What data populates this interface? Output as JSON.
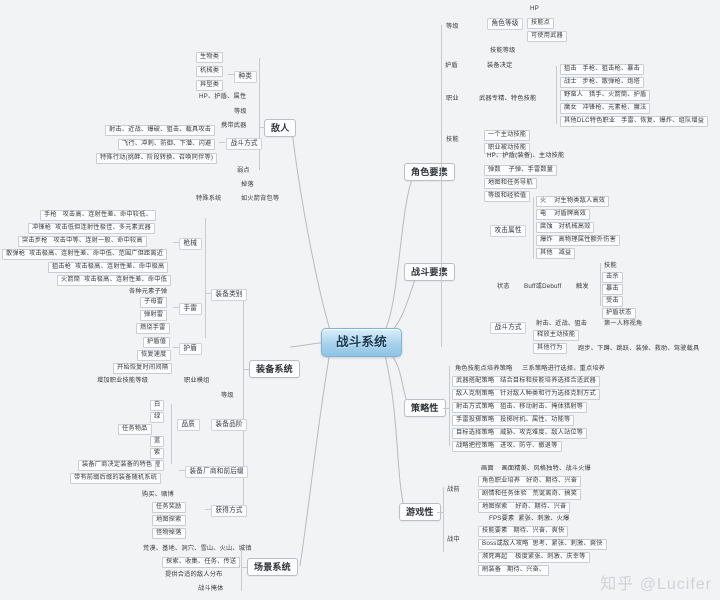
{
  "root": {
    "label": "战斗系统"
  },
  "branches": {
    "enemy": {
      "label": "敌人",
      "children": [
        {
          "label": "种类",
          "values": [
            "生物类",
            "机械类",
            "异型类"
          ]
        },
        {
          "label": "HP、护盾、属性"
        },
        {
          "label": "等级"
        },
        {
          "label": "携带武器"
        },
        {
          "label": "战斗方式",
          "values": [
            "射击、近战、爆破、狙击、载具攻击",
            "飞行、冲刺、防御、下潜、闪避",
            "特殊行动(挑衅、阶段转换、召唤同伴等)"
          ]
        },
        {
          "label": "弱点"
        },
        {
          "label": "掉落"
        },
        {
          "label": "特殊系统",
          "values": [
            "如火箭背包等"
          ]
        }
      ]
    },
    "equipment": {
      "label": "装备系统",
      "children": [
        {
          "label": "装备类别",
          "groups": [
            {
              "label": "枪械",
              "rows": [
                {
                  "name": "手枪",
                  "desc": "攻击高、连射性差、命中较低、"
                },
                {
                  "name": "冲锋枪",
                  "desc": "攻击低但连射性极佳、多元素武器"
                },
                {
                  "name": "突击步枪",
                  "desc": "攻击中等、连射一般、命中较高"
                },
                {
                  "name": "散弹枪",
                  "desc": "攻击极高、连射性差、命中低、范围广但距离近"
                },
                {
                  "name": "狙击枪",
                  "desc": "攻击极高、连射性差、命中极高"
                },
                {
                  "name": "火箭筒",
                  "desc": "攻击极高、连射性差、命中低"
                },
                {
                  "name": "各种元素子弹",
                  "desc": ""
                }
              ]
            },
            {
              "label": "手雷",
              "rows": [
                {
                  "name": "子母雷",
                  "desc": ""
                },
                {
                  "name": "弹射雷",
                  "desc": ""
                },
                {
                  "name": "燃烧手雷",
                  "desc": ""
                }
              ]
            },
            {
              "label": "护盾",
              "rows": [
                {
                  "name": "护盾值",
                  "desc": ""
                },
                {
                  "name": "恢复速度",
                  "desc": ""
                },
                {
                  "name": "开始恢复时间间隔",
                  "desc": ""
                }
              ]
            },
            {
              "label": "职业模组",
              "rows": [
                {
                  "name": "增加职业技能等级",
                  "desc": ""
                }
              ]
            }
          ]
        },
        {
          "label": "等级"
        },
        {
          "label": "装备品阶",
          "sub": {
            "label": "品质",
            "values": [
              "白",
              "绿",
              "任务物品",
              "蓝",
              "紫",
              "橙"
            ]
          }
        },
        {
          "label": "装备厂商和前后缀",
          "values": [
            "装备厂商决定装备的特色",
            "带有前缀后缀的装备随机系统"
          ]
        },
        {
          "label": "获得方式",
          "values": [
            "购买、赌博",
            "任务奖励",
            "地图探索",
            "怪物掉落"
          ]
        }
      ]
    },
    "scene": {
      "label": "场景系统",
      "children": [
        {
          "label": "荒漠、基地、洞穴、雪山、火山、城镇"
        },
        {
          "label": "探索、收集、任务、传送"
        },
        {
          "label": "提供合适的敌人分布"
        },
        {
          "label": "战斗掩体"
        }
      ]
    },
    "character": {
      "label": "角色要素",
      "children": [
        {
          "label": "等级",
          "subs": [
            {
              "label": "角色等级",
              "values": [
                "HP",
                "技能点",
                "可使用武器"
              ]
            },
            {
              "label": "技能等级",
              "values": []
            }
          ]
        },
        {
          "label": "护盾",
          "values": [
            "装备决定"
          ]
        },
        {
          "label": "职业",
          "mid": "武器专精、特色技能",
          "rows": [
            {
              "name": "狙击",
              "desc": "手枪、狙击枪、暴击"
            },
            {
              "name": "战士",
              "desc": "步枪、散弹枪、炮塔"
            },
            {
              "name": "野蛮人",
              "desc": "猎手、火箭筒、护盾"
            },
            {
              "name": "魔女",
              "desc": "冲锋枪、元素枪、魔法"
            },
            {
              "name": "其他DLC特色职业",
              "desc": "手雷、恢复、爆炸、组队增益"
            }
          ]
        },
        {
          "label": "技能",
          "values": [
            "一个主动技能",
            "职业被动技能"
          ]
        }
      ]
    },
    "combat": {
      "label": "战斗要素",
      "children": [
        {
          "label": "HP、护盾(装备)、主动技能"
        },
        {
          "label": "弹数",
          "desc": "子弹、手雷数量"
        },
        {
          "label": "地图和任务导航"
        },
        {
          "label": "等级和经验值"
        },
        {
          "label": "攻击属性",
          "rows": [
            {
              "name": "火",
              "desc": "对生物类敌人高效"
            },
            {
              "name": "电",
              "desc": "对盾牌高效"
            },
            {
              "name": "腐蚀",
              "desc": "对机械高效"
            },
            {
              "name": "爆炸",
              "desc": "高物理属性额外伤害"
            },
            {
              "name": "其他",
              "desc": "减益"
            }
          ]
        },
        {
          "label": "状态",
          "mid": "Buff或Debuff",
          "trigger": "触发",
          "values": [
            "技能",
            "击杀",
            "暴击",
            "受击",
            "护盾状态"
          ]
        },
        {
          "label": "战斗方式",
          "values": [
            "射击、近战、狙击",
            "释放主动技能",
            "其他行为"
          ],
          "extras": [
            "第一人称视角",
            "跑步、下蹲、跳跃、装弹、救助、驾驶载具"
          ]
        }
      ]
    },
    "strategy": {
      "label": "策略性",
      "rows": [
        {
          "name": "角色技能点培养策略",
          "desc": "三系策略进行选择，重点培养"
        },
        {
          "name": "武器搭配策略",
          "desc": "结合目标和技能培养选择合适武器"
        },
        {
          "name": "敌人克制策略",
          "desc": "针对敌人种类和行为选择克制方式"
        },
        {
          "name": "射击方式策略",
          "desc": "狙击、移动射击、掩体猎射等"
        },
        {
          "name": "手雷投掷策略",
          "desc": "投掷时机、属性、功能等"
        },
        {
          "name": "目标选择策略",
          "desc": "威胁、攻克难度、敌人站位等"
        },
        {
          "name": "战略把控策略",
          "desc": "进攻、防守、撤退等"
        }
      ]
    },
    "gameplay": {
      "label": "游戏性",
      "groups": [
        {
          "label": "战前",
          "rows": [
            {
              "name": "画面",
              "desc": "画面精美、风格独特、战斗火爆"
            },
            {
              "name": "角色职业培养",
              "desc": "好奇、期待、兴奋"
            },
            {
              "name": "剧情和任务体验",
              "desc": "荒诞离奇、搞笑"
            },
            {
              "name": "地图探索",
              "desc": "好奇、期待、兴奋"
            }
          ]
        },
        {
          "label": "战中",
          "rows": [
            {
              "name": "FPS要素",
              "desc": "紧张、刺激、火爆"
            },
            {
              "name": "技能要素",
              "desc": "期待、兴奋、爽快"
            },
            {
              "name": "Boss或敌人攻略",
              "desc": "思考、紧张、刺激、爽快"
            },
            {
              "name": "濒死再起",
              "desc": "极度紧张、刺激、庆幸等"
            },
            {
              "name": "刷装备",
              "desc": "期待、兴奋、"
            }
          ]
        }
      ]
    }
  },
  "watermark": "知乎 @Lucifer"
}
